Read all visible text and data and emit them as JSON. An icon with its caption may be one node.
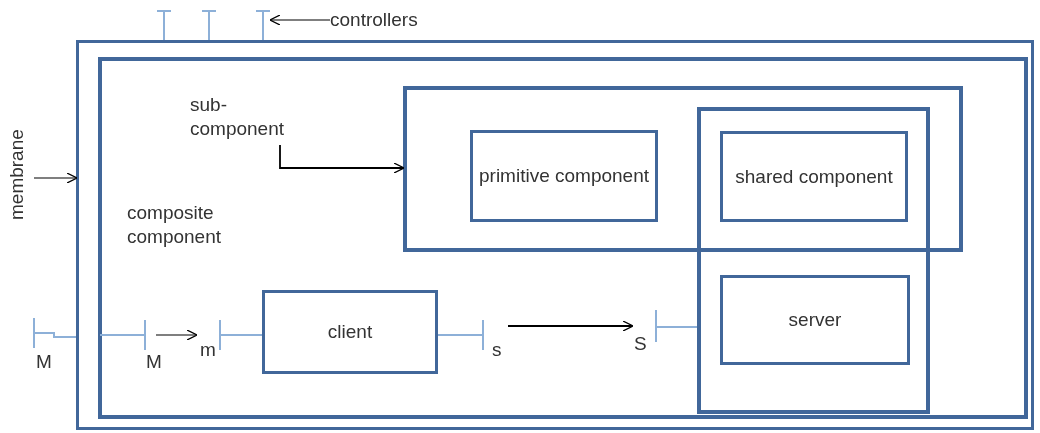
{
  "diagram": {
    "nodes": [
      {
        "text": [],
        "shape": "box"
      },
      {
        "text": [],
        "shape": "bar"
      },
      {
        "text": [],
        "shape": "bar"
      },
      {
        "text": [],
        "shape": "bar"
      },
      {
        "text": [
          "controllers"
        ]
      },
      {
        "text": [
          "membrane"
        ]
      },
      {
        "text": [
          "composite component"
        ],
        "in": 0
      },
      {
        "text": [
          "sub- component"
        ],
        "in": 6
      },
      {
        "text": [],
        "shape": "box",
        "in": 6
      },
      {
        "text": [
          "primitive component"
        ],
        "in": 8
      },
      {
        "text": [],
        "shape": "box",
        "in": 6
      },
      {
        "text": [
          "shared component"
        ]
      },
      {
        "text": [
          "server"
        ],
        "in": 10
      },
      {
        "text": [
          "client"
        ],
        "in": 6
      },
      {
        "text": [
          "M"
        ]
      },
      {
        "text": [
          "M"
        ],
        "in": 6
      },
      {
        "text": [
          "m"
        ],
        "in": 6
      },
      {
        "text": [
          "s"
        ],
        "in": 6
      },
      {
        "text": [
          "S"
        ],
        "in": 6
      }
    ],
    "edges": [
      {
        "from": 5,
        "to": 0,
        "arrow": "to"
      },
      {
        "from": 4,
        "to": 3,
        "arrow": "to"
      },
      {
        "from": 7,
        "to": 8,
        "arrow": "to"
      },
      {
        "from": 15,
        "to": 16,
        "arrow": "to"
      },
      {
        "from": 17,
        "to": 18,
        "arrow": "to"
      }
    ]
  }
}
